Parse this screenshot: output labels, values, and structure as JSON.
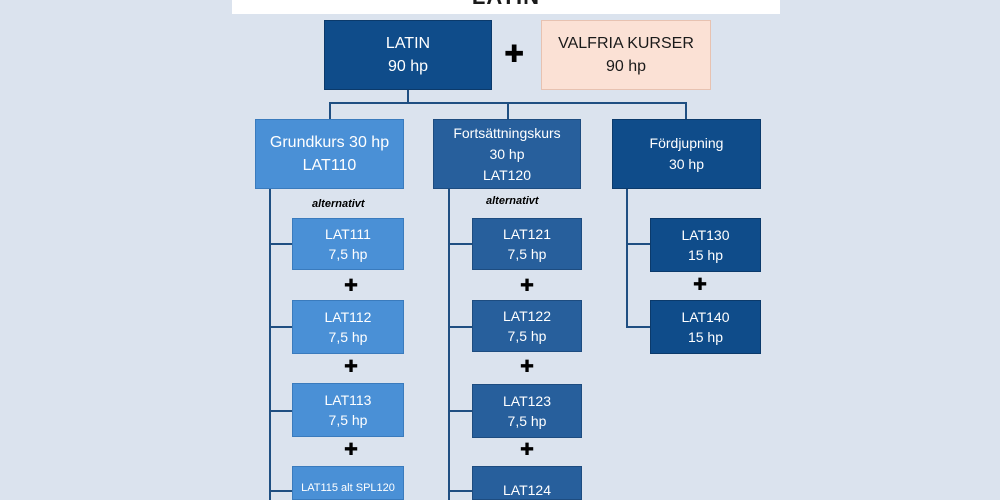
{
  "title": "LATIN",
  "top": {
    "latin": {
      "name": "LATIN",
      "credits": "90 hp"
    },
    "valfria": {
      "name": "VALFRIA KURSER",
      "credits": "90 hp"
    }
  },
  "levels": {
    "grundkurs": {
      "line1": "Grundkurs 30 hp",
      "line2": "LAT110"
    },
    "fortsattning": {
      "line1": "Fortsättningskurs",
      "line2": "30 hp",
      "line3": "LAT120"
    },
    "fordjupning": {
      "line1": "Fördjupning",
      "line2": "30 hp"
    }
  },
  "alternativt_label": "alternativt",
  "grund_courses": [
    {
      "code": "LAT111",
      "credits": "7,5 hp"
    },
    {
      "code": "LAT112",
      "credits": "7,5 hp"
    },
    {
      "code": "LAT113",
      "credits": "7,5 hp"
    },
    {
      "code": "LAT115 alt SPL120"
    }
  ],
  "fort_courses": [
    {
      "code": "LAT121",
      "credits": "7,5 hp"
    },
    {
      "code": "LAT122",
      "credits": "7,5 hp"
    },
    {
      "code": "LAT123",
      "credits": "7,5 hp"
    },
    {
      "code": "LAT124"
    }
  ],
  "ford_courses": [
    {
      "code": "LAT130",
      "credits": "15 hp"
    },
    {
      "code": "LAT140",
      "credits": "15 hp"
    }
  ],
  "icons": {
    "plus": "plus-icon",
    "plus_glyph": "✚"
  },
  "colors": {
    "navy": "#0f4c8a",
    "mid": "#275f9c",
    "light": "#4a90d6",
    "peach": "#fbe1d5",
    "background": "#dbe3ee"
  }
}
